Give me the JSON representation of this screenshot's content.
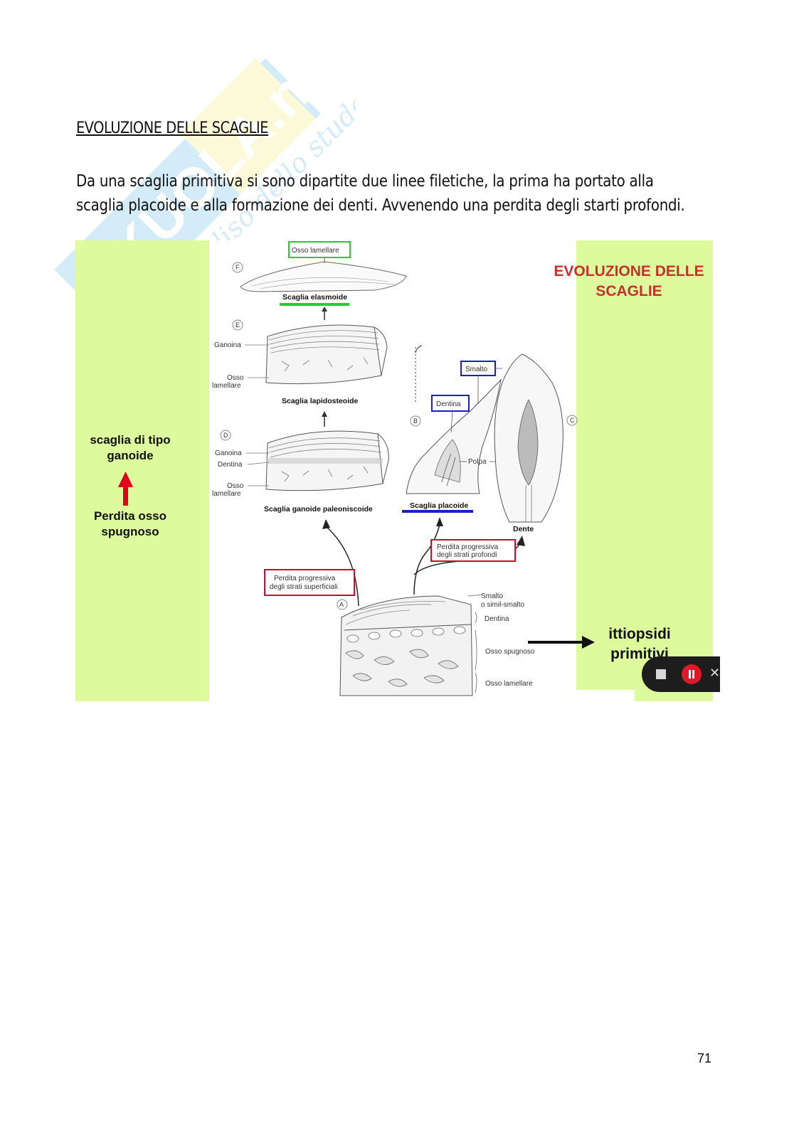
{
  "watermark": {
    "brand": "SKUOLA.net",
    "tagline": "il paradiso dello studente"
  },
  "heading": "EVOLUZIONE DELLE SCAGLIE",
  "paragraph": {
    "line1": "Da una scaglia primitiva si sono dipartite due linee filetiche, la prima ha portato alla",
    "line2": "scaglia placoide e alla formazione dei denti. Avvenendo una perdita degli starti profondi."
  },
  "figure": {
    "left_panel": {
      "line1": "scaglia di tipo",
      "line2": "ganoide",
      "loss_line1": "Perdita osso",
      "loss_line2": "spugnoso"
    },
    "slide_title": {
      "line1": "EVOLUZIONE DELLE",
      "line2": "SCAGLIE"
    },
    "ittiopsidi": {
      "line1": "ittiopsidi",
      "line2": "primitivi"
    },
    "labels": {
      "F": "F",
      "E": "E",
      "D": "D",
      "B": "B",
      "C": "C",
      "A": "A",
      "osso_lamellare_box": "Osso lamellare",
      "scaglia_elasmoide": "Scaglia elasmoide",
      "ganoina": "Ganoina",
      "osso": "Osso",
      "lamellare": "lamellare",
      "scaglia_lapidosteoide": "Scaglia lapidosteoide",
      "dentina": "Dentina",
      "scaglia_ganoide": "Scaglia ganoide paleoniscoide",
      "smalto_box": "Smalto",
      "dentina_box": "Dentina",
      "polpa": "Polpa",
      "scaglia_placoide": "Scaglia placoide",
      "dente": "Dente",
      "perdita_prof_1": "Perdita progressiva",
      "perdita_prof_2": "degli strati profondi",
      "perdita_sup_1": "Perdita progressiva",
      "perdita_sup_2": "degli strati superficiali",
      "smalto": "Smalto",
      "simil_smalto": "o simil-smalto",
      "dentina_a": "Dentina",
      "osso_spugnoso": "Osso spugnoso",
      "osso_lamellare_a": "Osso lamellare"
    }
  },
  "colors": {
    "panel": "#ddfa9c",
    "title_red": "#c9302c",
    "box_green": "#2bc93a",
    "box_blue": "#1a1fc9",
    "box_red": "#c8102e",
    "arrow_red": "#e0001b"
  },
  "page_number": "71"
}
